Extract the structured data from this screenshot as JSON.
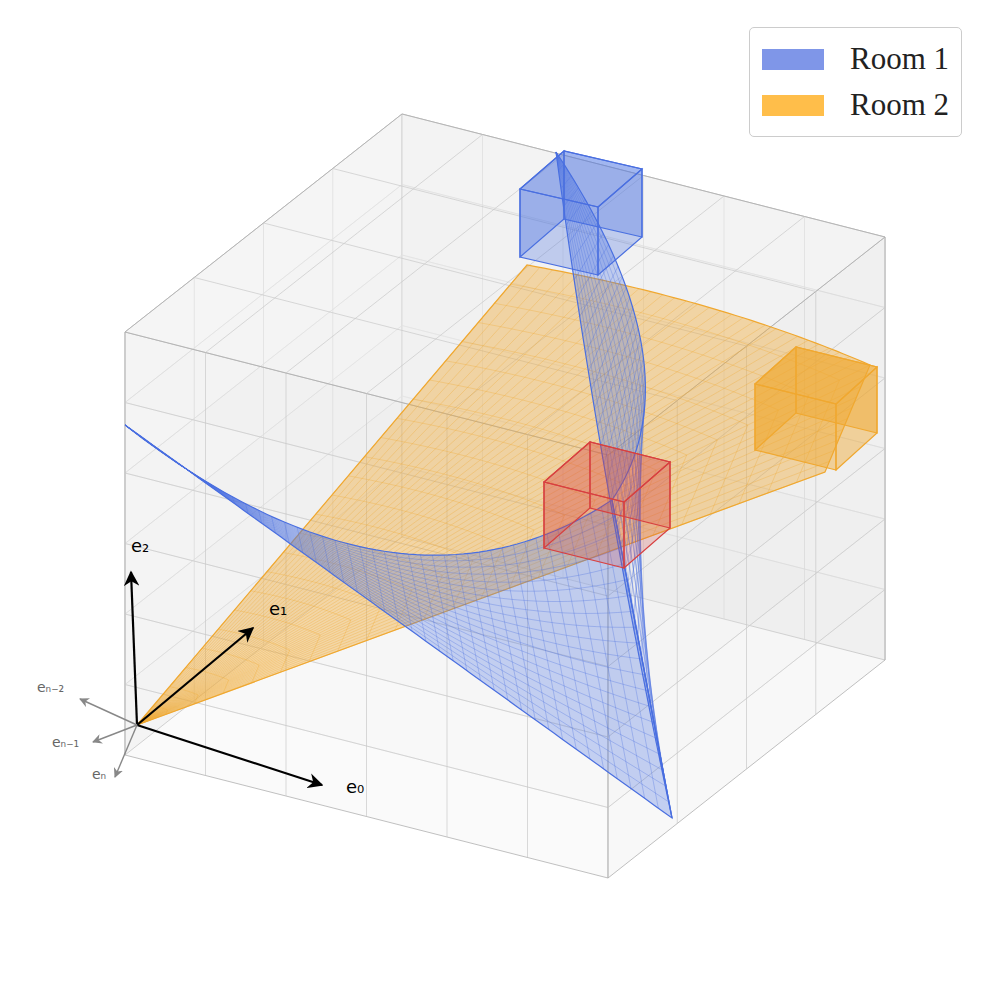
{
  "diagram": {
    "labels": [
      "e₂",
      "e₁",
      "e₀",
      "eₙ₋₂",
      "eₙ₋₁",
      "eₙ"
    ],
    "legend": [
      {
        "text": "Room 1",
        "color": "#7f96e8"
      },
      {
        "text": "Room 2",
        "color": "#ffbe4a"
      }
    ]
  }
}
